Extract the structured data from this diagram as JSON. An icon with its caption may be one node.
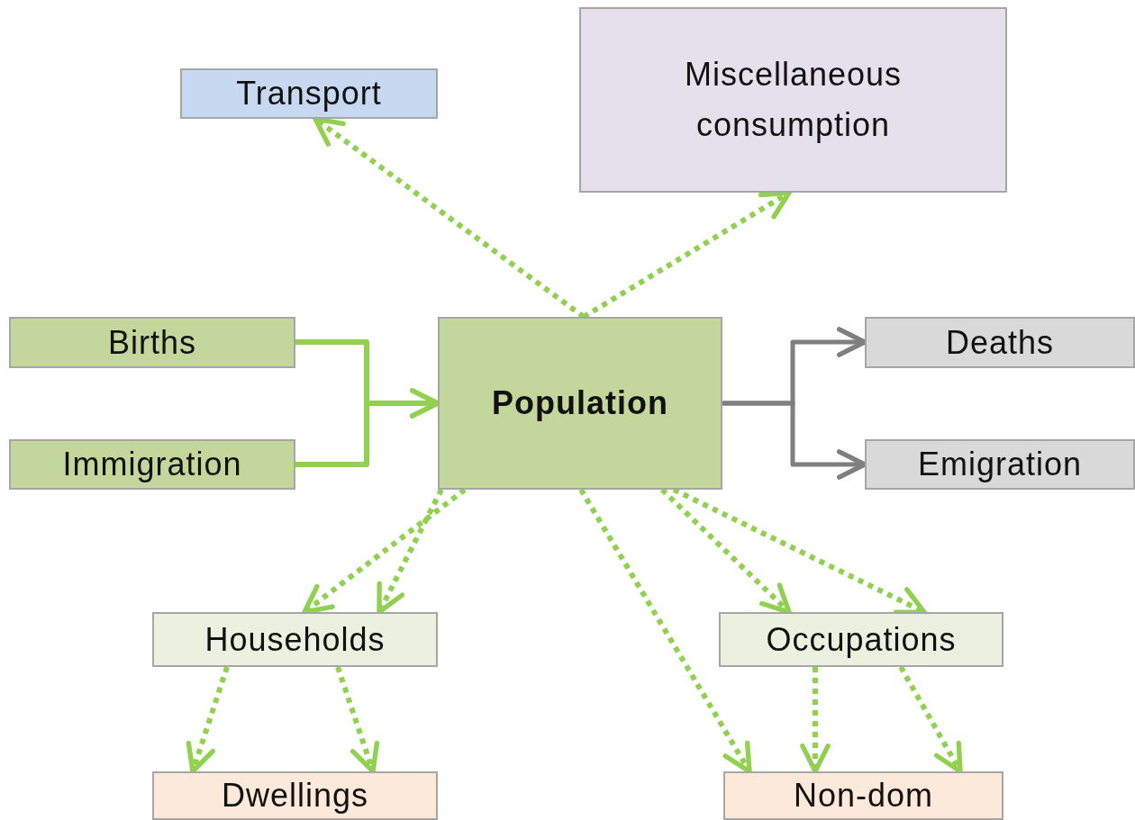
{
  "diagram": {
    "nodes": [
      {
        "text": [
          "Transport"
        ]
      },
      {
        "text": [
          "Miscellaneous consumption"
        ]
      },
      {
        "text": [
          "Births"
        ]
      },
      {
        "text": [
          "Immigration"
        ]
      },
      {
        "text": [
          "Population"
        ]
      },
      {
        "text": [
          "Deaths"
        ]
      },
      {
        "text": [
          "Emigration"
        ]
      },
      {
        "text": [
          "Households"
        ]
      },
      {
        "text": [
          "Occupations"
        ]
      },
      {
        "text": [
          "Dwellings"
        ]
      },
      {
        "text": [
          "Non-dom"
        ]
      }
    ],
    "edges": [
      {
        "from": 4,
        "to": 0,
        "arrow": "to",
        "style": "dashed"
      },
      {
        "from": 4,
        "to": 1,
        "arrow": "to",
        "style": "dashed"
      },
      {
        "from": 2,
        "to": 4,
        "arrow": "to"
      },
      {
        "from": 3,
        "to": 4,
        "arrow": "to"
      },
      {
        "from": 4,
        "to": 5,
        "arrow": "to",
        "color": "#7f7f7f"
      },
      {
        "from": 4,
        "to": 6,
        "arrow": "to",
        "color": "#7f7f7f"
      },
      {
        "from": 4,
        "to": 7,
        "arrow": "to",
        "style": "dashed"
      },
      {
        "from": 4,
        "to": 7,
        "arrow": "to",
        "style": "dashed"
      },
      {
        "from": 4,
        "to": 10,
        "arrow": "to",
        "style": "dashed"
      },
      {
        "from": 4,
        "to": 8,
        "arrow": "to",
        "style": "dashed"
      },
      {
        "from": 4,
        "to": 8,
        "arrow": "to",
        "style": "dashed"
      },
      {
        "from": 7,
        "to": 9,
        "arrow": "to",
        "style": "dashed"
      },
      {
        "from": 7,
        "to": 9,
        "arrow": "to",
        "style": "dashed"
      },
      {
        "from": 8,
        "to": 10,
        "arrow": "to",
        "style": "dashed"
      },
      {
        "from": 8,
        "to": 10,
        "arrow": "to",
        "style": "dashed"
      }
    ]
  }
}
